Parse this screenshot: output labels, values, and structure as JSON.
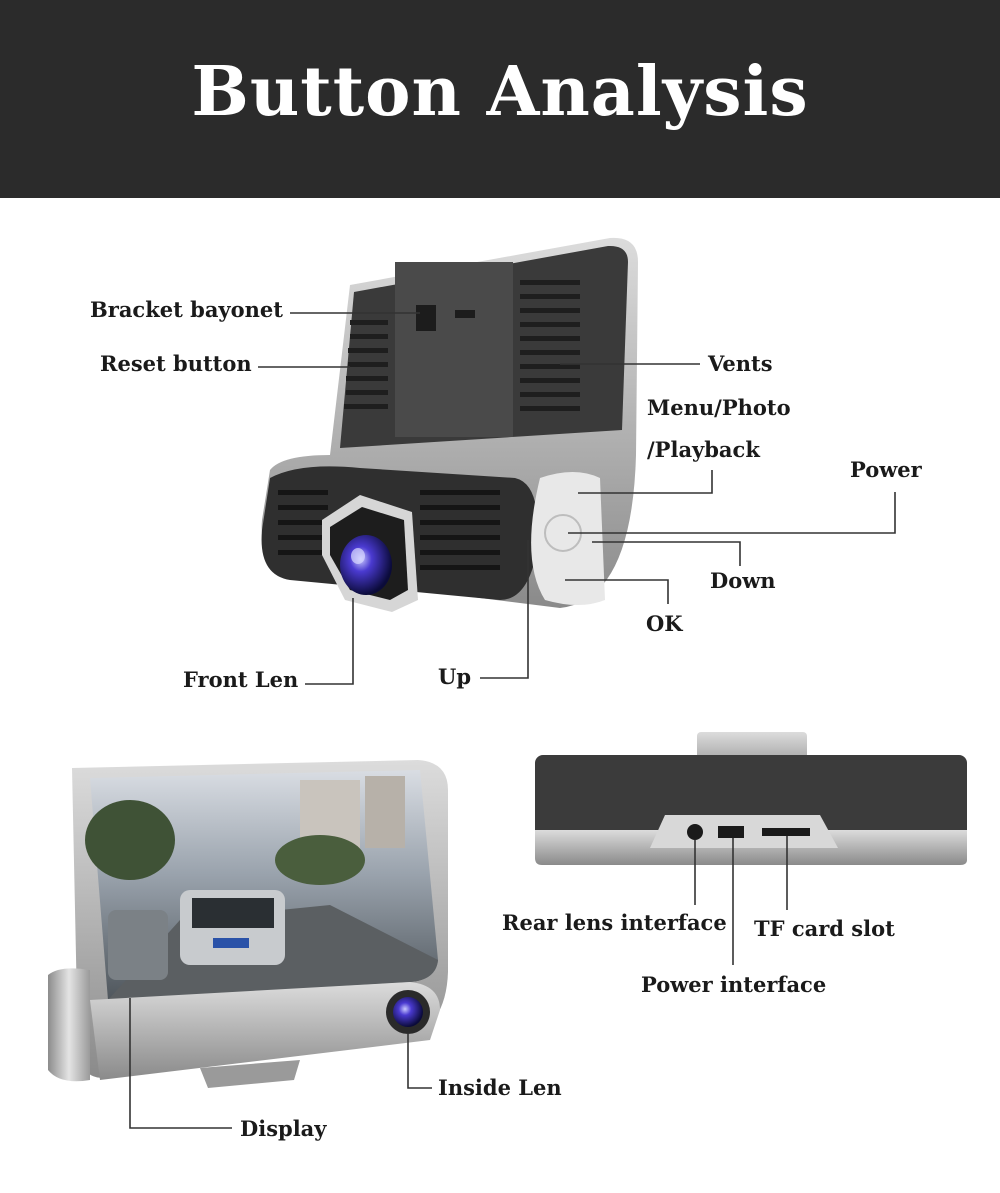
{
  "title": "Button Analysis",
  "labels": {
    "bracket_bayonet": "Bracket bayonet",
    "reset_button": "Reset button",
    "vents": "Vents",
    "menu_photo": "Menu/Photo",
    "playback": "/Playback",
    "power": "Power",
    "down": "Down",
    "ok": "OK",
    "front_len": "Front Len",
    "up": "Up",
    "rear_lens_interface": "Rear lens interface",
    "tf_card_slot": "TF card slot",
    "power_interface": "Power interface",
    "inside_len": "Inside Len",
    "display": "Display"
  },
  "colors": {
    "header_bg": "#2b2b2b",
    "device_body": "#3a3a3a",
    "silver": "#b9b9b9",
    "callout_line": "#333333",
    "lens_blue": "#2a2ab0"
  }
}
